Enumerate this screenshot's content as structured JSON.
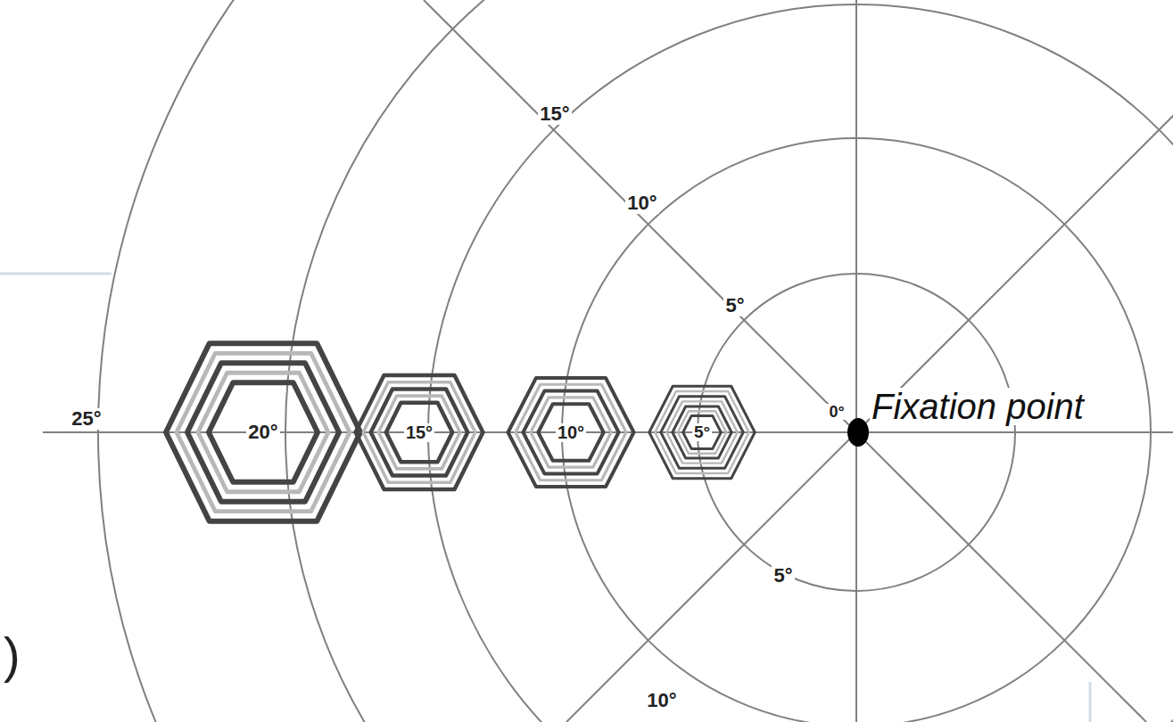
{
  "diagram": {
    "nodes": [
      {
        "text": [
          "20°"
        ]
      },
      {
        "text": [
          "15°"
        ]
      },
      {
        "text": [
          "10°"
        ]
      },
      {
        "text": [
          "5°"
        ]
      }
    ],
    "labels": [
      "15°",
      "10°",
      "5°",
      "25°",
      "0°",
      "Fixation point",
      "5°",
      ")",
      "10°"
    ]
  }
}
